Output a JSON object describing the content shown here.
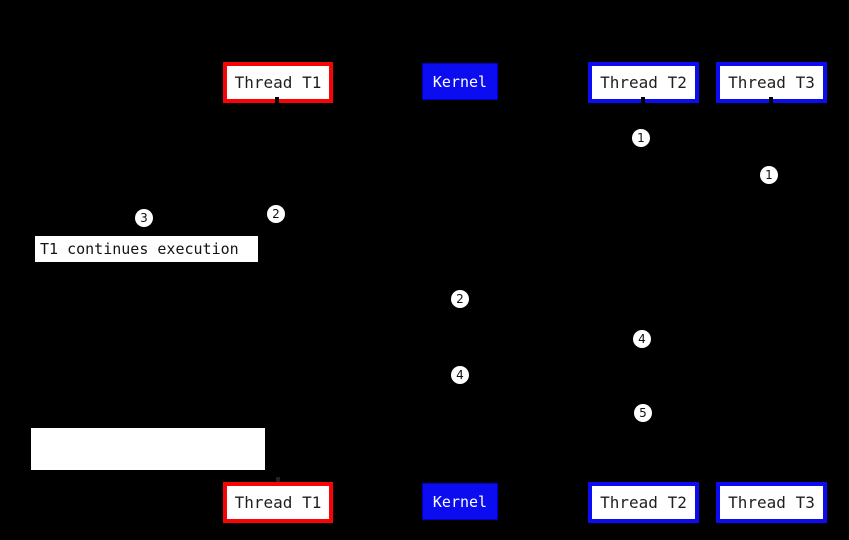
{
  "colors": {
    "background": "#000000",
    "red_border": "#f80306",
    "blue": "#0b0cf0",
    "box_fill": "#ffffff",
    "box_text": "#1f1f1f",
    "kernel_text": "#ffffff"
  },
  "lifelines": {
    "top": [
      {
        "label": "Thread T1",
        "style": "red"
      },
      {
        "label": "Kernel",
        "style": "kernel"
      },
      {
        "label": "Thread T2",
        "style": "blue"
      },
      {
        "label": "Thread T3",
        "style": "blue"
      }
    ],
    "bottom": [
      {
        "label": "Thread T1",
        "style": "red"
      },
      {
        "label": "Kernel",
        "style": "kernel"
      },
      {
        "label": "Thread T2",
        "style": "blue"
      },
      {
        "label": "Thread T3",
        "style": "blue"
      }
    ]
  },
  "markers": [
    {
      "label": "1"
    },
    {
      "label": "1"
    },
    {
      "label": "2"
    },
    {
      "label": "3"
    },
    {
      "label": "2"
    },
    {
      "label": "4"
    },
    {
      "label": "4"
    },
    {
      "label": "5"
    }
  ],
  "note": {
    "text": "T1 continues execution"
  }
}
